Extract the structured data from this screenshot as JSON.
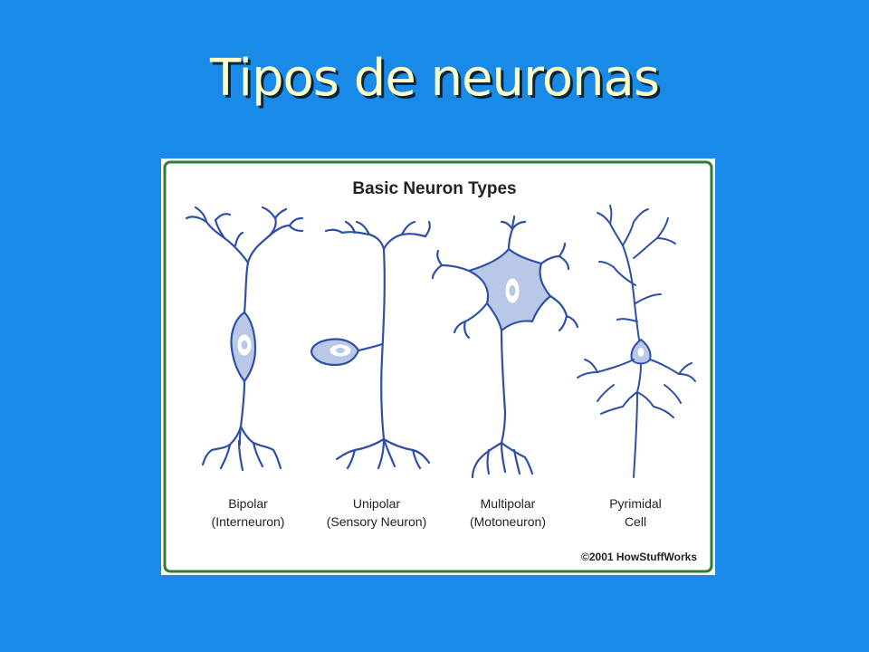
{
  "slide": {
    "title": "Tipos de neuronas"
  },
  "figure": {
    "heading": "Basic Neuron Types",
    "neurons": [
      {
        "name": "Bipolar",
        "subtitle": "(Interneuron)"
      },
      {
        "name": "Unipolar",
        "subtitle": "(Sensory Neuron)"
      },
      {
        "name": "Multipolar",
        "subtitle": "(Motoneuron)"
      },
      {
        "name": "Pyrimidal",
        "subtitle": "Cell"
      }
    ],
    "copyright": "©2001 HowStuffWorks"
  },
  "colors": {
    "background": "#1a8ae8",
    "title": "#ffffc8",
    "frame": "#2e7d32",
    "outline": "#2d4fa6",
    "cell_fill": "#b9c8e6"
  }
}
